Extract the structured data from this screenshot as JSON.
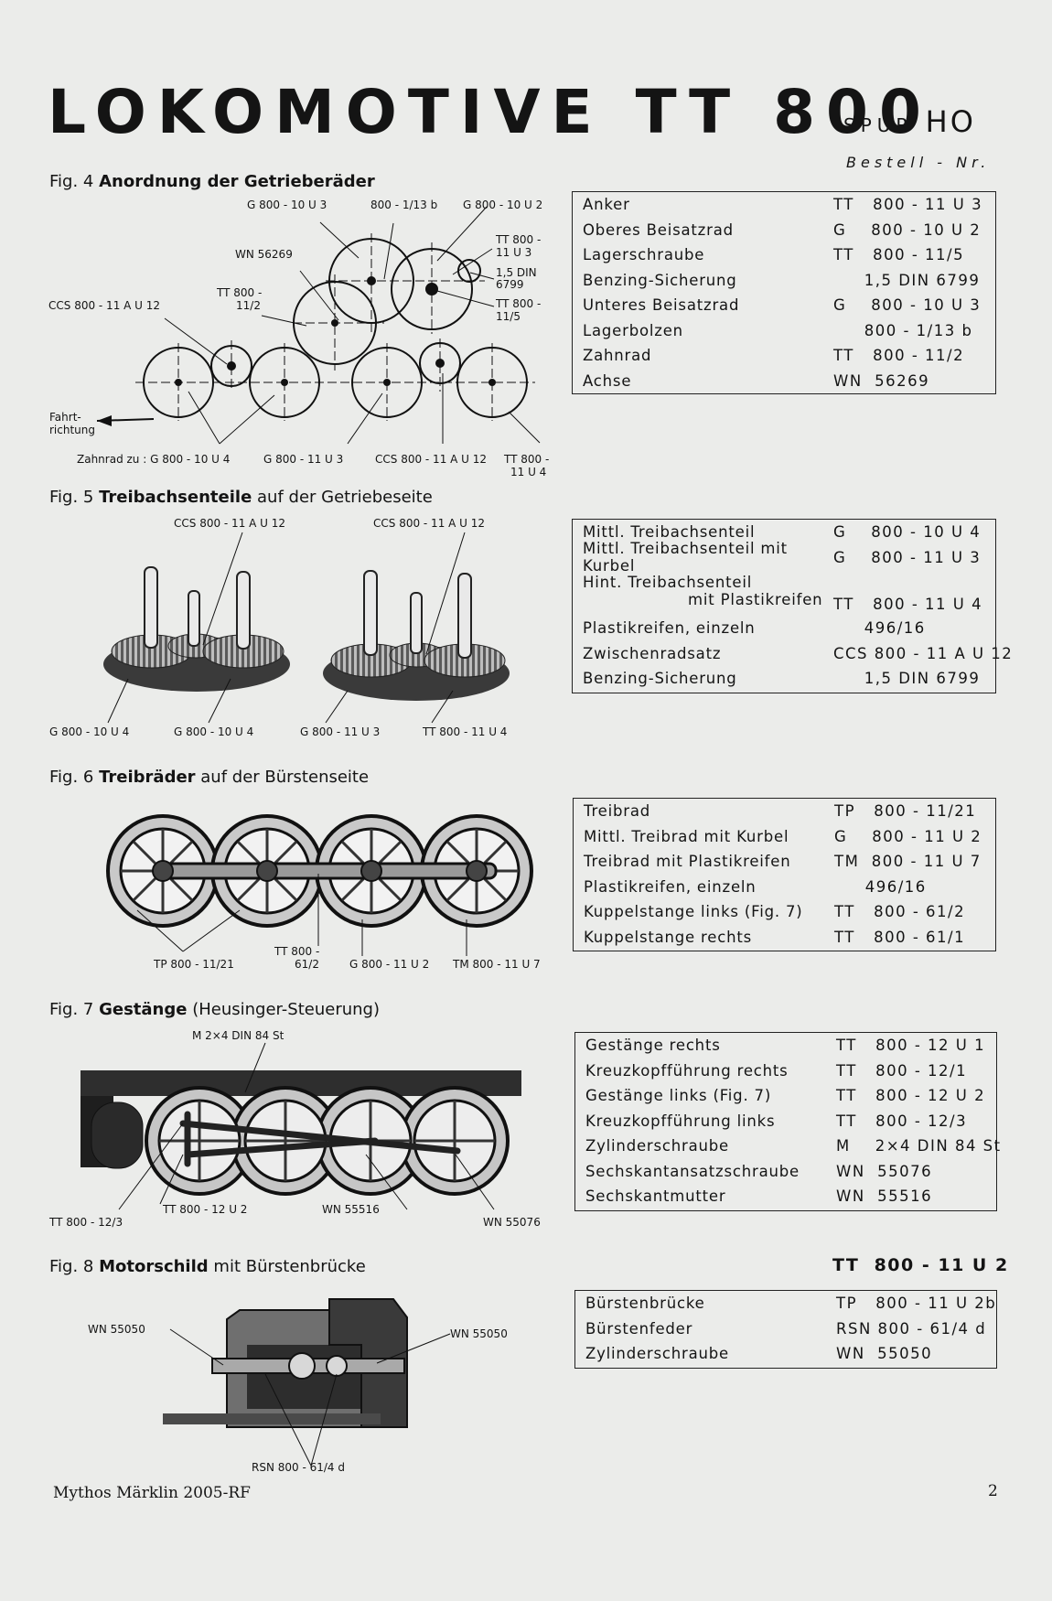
{
  "header": {
    "title": "LOKOMOTIVE TT 800",
    "spur_prefix": "SPUR",
    "spur_gauge": "HO",
    "order_no_label": "Bestell - Nr."
  },
  "fig4": {
    "caption_prefix": "Fig. 4",
    "caption_bold": "Anordnung der Getrieberäder",
    "labels": {
      "g_800_10_u3": "G 800 - 10 U 3",
      "n_800_1_13b": "800 - 1/13 b",
      "g_800_10_u2": "G 800 - 10 U 2",
      "tt_800_11u3_a": "TT 800 -",
      "tt_800_11u3_b": "11 U 3",
      "din_a": "1,5 DIN",
      "din_b": "6799",
      "tt_800_115_a": "TT 800 -",
      "tt_800_115_b": "11/5",
      "wn_56269": "WN 56269",
      "tt_800_112_a": "TT 800 -",
      "tt_800_112_b": "11/2",
      "ccs": "CCS 800 - 11 A U 12",
      "fahrt_1": "Fahrt-",
      "fahrt_2": "richtung",
      "zahnrad_zu": "Zahnrad zu : G 800 - 10 U 4",
      "g_800_11_u3": "G 800 - 11 U 3",
      "ccs_bottom": "CCS 800 - 11 A U 12",
      "tt_800_11u4_a": "TT 800 -",
      "tt_800_11u4_b": "11 U 4"
    },
    "parts": [
      {
        "name": "Anker",
        "num": "TT   800 - 11 U 3"
      },
      {
        "name": "Oberes Beisatzrad",
        "num": "G    800 - 10 U 2"
      },
      {
        "name": "Lagerschraube",
        "num": "TT   800 - 11/5"
      },
      {
        "name": "Benzing-Sicherung",
        "num": "     1,5 DIN 6799"
      },
      {
        "name": "Unteres Beisatzrad",
        "num": "G    800 - 10 U 3"
      },
      {
        "name": "Lagerbolzen",
        "num": "     800 - 1/13 b"
      },
      {
        "name": "Zahnrad",
        "num": "TT   800 - 11/2"
      },
      {
        "name": "Achse",
        "num": "WN  56269"
      }
    ]
  },
  "fig5": {
    "caption_prefix": "Fig. 5",
    "caption_bold": "Treibachsenteile",
    "caption_rest": "auf der Getriebeseite",
    "labels": {
      "ccs_left": "CCS 800 - 11 A U 12",
      "ccs_right": "CCS 800 - 11 A U 12",
      "g_10u4_a": "G 800 - 10 U 4",
      "g_10u4_b": "G 800 - 10 U 4",
      "g_11u3": "G 800 - 11 U 3",
      "tt_11u4": "TT 800 - 11 U 4"
    },
    "parts": [
      {
        "name": "Mittl. Treibachsenteil",
        "num": "G    800 - 10 U 4"
      },
      {
        "name": "Mittl. Treibachsenteil mit Kurbel",
        "num": "G    800 - 11 U 3"
      },
      {
        "name": "Hint. Treibachsenteil",
        "name2": "mit Plastikreifen",
        "num": "TT   800 - 11 U 4"
      },
      {
        "name": "Plastikreifen, einzeln",
        "num": "     496/16"
      },
      {
        "name": "Zwischenradsatz",
        "num": "CCS 800 - 11 A U 12"
      },
      {
        "name": "Benzing-Sicherung",
        "num": "     1,5 DIN 6799"
      }
    ]
  },
  "fig6": {
    "caption_prefix": "Fig. 6",
    "caption_bold": "Treibräder",
    "caption_rest": "auf der Bürstenseite",
    "labels": {
      "tp": "TP 800 - 11/21",
      "tt_a": "TT 800 -",
      "tt_b": "61/2",
      "g": "G 800 - 11 U 2",
      "tm": "TM 800 - 11 U 7"
    },
    "parts": [
      {
        "name": "Treibrad",
        "num": "TP   800 - 11/21"
      },
      {
        "name": "Mittl. Treibrad mit Kurbel",
        "num": "G    800 - 11 U 2"
      },
      {
        "name": "Treibrad mit Plastikreifen",
        "num": "TM  800 - 11 U 7"
      },
      {
        "name": "Plastikreifen, einzeln",
        "num": "     496/16"
      },
      {
        "name": "Kuppelstange links (Fig. 7)",
        "num": "TT   800 - 61/2"
      },
      {
        "name": "Kuppelstange rechts",
        "num": "TT   800 - 61/1"
      }
    ]
  },
  "fig7": {
    "caption_prefix": "Fig. 7",
    "caption_bold": "Gestänge",
    "caption_rest": "(Heusinger-Steuerung)",
    "labels": {
      "m": "M 2×4 DIN 84 St",
      "tt_123": "TT 800 - 12/3",
      "tt_12u2": "TT 800 - 12 U 2",
      "wn_55516": "WN 55516",
      "wn_55076": "WN 55076"
    },
    "parts": [
      {
        "name": "Gestänge rechts",
        "num": "TT   800 - 12 U 1"
      },
      {
        "name": "Kreuzkopfführung rechts",
        "num": "TT   800 - 12/1"
      },
      {
        "name": "Gestänge links (Fig. 7)",
        "num": "TT   800 - 12 U 2"
      },
      {
        "name": "Kreuzkopfführung links",
        "num": "TT   800 - 12/3"
      },
      {
        "name": "Zylinderschraube",
        "num": "M    2×4 DIN 84 St"
      },
      {
        "name": "Sechskantansatzschraube",
        "num": "WN  55076"
      },
      {
        "name": "Sechskantmutter",
        "num": "WN  55516"
      }
    ]
  },
  "fig8": {
    "caption_prefix": "Fig. 8",
    "caption_bold": "Motorschild",
    "caption_rest": "mit Bürstenbrücke",
    "motor_number": "TT  800 - 11 U 2",
    "labels": {
      "wn_left": "WN 55050",
      "wn_right": "WN 55050",
      "rsn": "RSN 800 - 61/4 d"
    },
    "parts": [
      {
        "name": "Bürstenbrücke",
        "num": "TP   800 - 11 U 2b"
      },
      {
        "name": "Bürstenfeder",
        "num": "RSN 800 - 61/4 d"
      },
      {
        "name": "Zylinderschraube",
        "num": "WN  55050"
      }
    ]
  },
  "footer": {
    "source": "Mythos Märklin 2005-RF",
    "page": "2"
  }
}
